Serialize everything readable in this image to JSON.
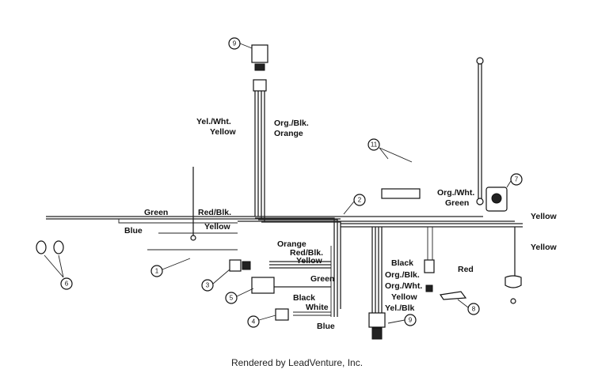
{
  "footer": "Rendered by LeadVenture, Inc.",
  "labels": {
    "yel_wht": "Yel./Wht.",
    "yellow_top": "Yellow",
    "org_blk_top": "Org./Blk.",
    "orange_top": "Orange",
    "green_left": "Green",
    "red_blk": "Red/Blk.",
    "blue_left": "Blue",
    "yellow_mid": "Yellow",
    "orange_mid": "Orange",
    "red_blk_mid": "Red/Blk.",
    "yellow_mid2": "Yellow",
    "green_mid": "Green",
    "black_mid": "Black",
    "white_mid": "White",
    "blue_bottom": "Blue",
    "org_wht_right": "Org./Wht.",
    "green_right": "Green",
    "yellow_right_top": "Yellow",
    "yellow_right_bottom": "Yellow",
    "black_right": "Black",
    "red_right": "Red",
    "org_blk_low": "Org./Blk.",
    "org_wht_low": "Org./Wht.",
    "yellow_low": "Yellow",
    "yel_blk": "Yel./Blk"
  },
  "callouts": [
    "9",
    "11",
    "7",
    "2",
    "1",
    "3",
    "5",
    "4",
    "6",
    "8",
    "9"
  ]
}
